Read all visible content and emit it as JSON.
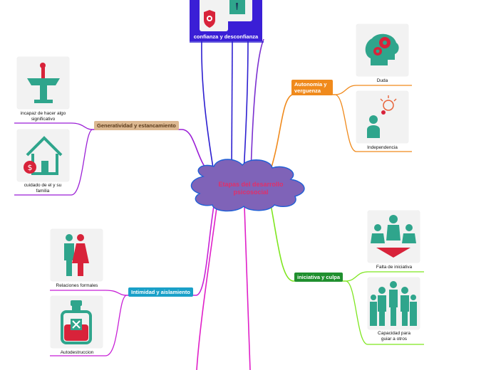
{
  "center": {
    "label": "Etapas del desarrollo psicosocial"
  },
  "branches": {
    "confianza": {
      "label": "confianza y desconfianza",
      "color": "#3a1fd6"
    },
    "autonomia": {
      "label": "Autonomia y verguenza",
      "color": "#f08a1c",
      "children": [
        {
          "label": "Duda"
        },
        {
          "label": "Independencia"
        }
      ]
    },
    "generatividad": {
      "label": "Generatividad y estancamiento",
      "color": "#d6b48a",
      "children": [
        {
          "label": "incapaz de hacer algo significativo"
        },
        {
          "label": "cuidado de el y su familia"
        }
      ]
    },
    "intimidad": {
      "label": "Intimidad y aislamiento",
      "color": "#1aa0c8",
      "children": [
        {
          "label": "Relaciones formales"
        },
        {
          "label": "Autodestruccion"
        }
      ]
    },
    "iniciativa": {
      "label": "iniciativa y culpa",
      "color": "#1f8f2e",
      "children": [
        {
          "label": "Falta de iniciativa"
        },
        {
          "label": "Capacidad para guiar a otros"
        }
      ]
    }
  },
  "icons": [
    "shield-user-icon",
    "brain-gears-icon",
    "idea-person-icon",
    "podium-icon",
    "house-money-icon",
    "couple-icon",
    "poison-bottle-icon",
    "team-down-arrow-icon",
    "group-people-icon"
  ]
}
